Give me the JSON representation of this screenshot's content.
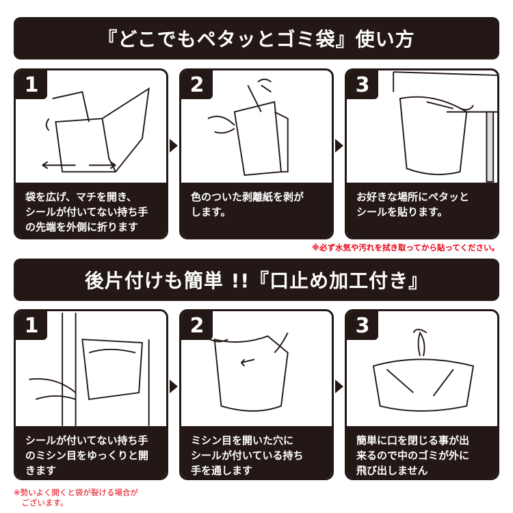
{
  "section1": {
    "title": "『どこでもペタッとゴミ袋』使い方",
    "steps": [
      {
        "number": "1",
        "text": "袋を広げ、マチを開き、\nシールが付いてない持ち手\nの先端を外側に折ります"
      },
      {
        "number": "2",
        "text": "色のついた剥離紙を剥が\nします。"
      },
      {
        "number": "3",
        "text": "お好きな場所にペタッと\nシールを貼ります。"
      }
    ],
    "note": "※必ず水気や汚れを拭き取ってから貼ってください。"
  },
  "section2": {
    "title": "後片付けも簡単 !!『口止め加工付き』",
    "steps": [
      {
        "number": "1",
        "text": "シールが付いてない持ち手\nのミシン目をゆっくりと開\nきます"
      },
      {
        "number": "2",
        "text": "ミシン目を開いた穴に\nシールが付いている持ち\n手を通します"
      },
      {
        "number": "3",
        "text": "簡単に口を閉じる事が出\n来るので中のゴミが外に\n飛び出しません"
      }
    ],
    "note": "※勢いよく開くと袋が裂ける場合が\n　ございます。"
  },
  "colors": {
    "dark": "#231815",
    "note": "#e60012"
  }
}
